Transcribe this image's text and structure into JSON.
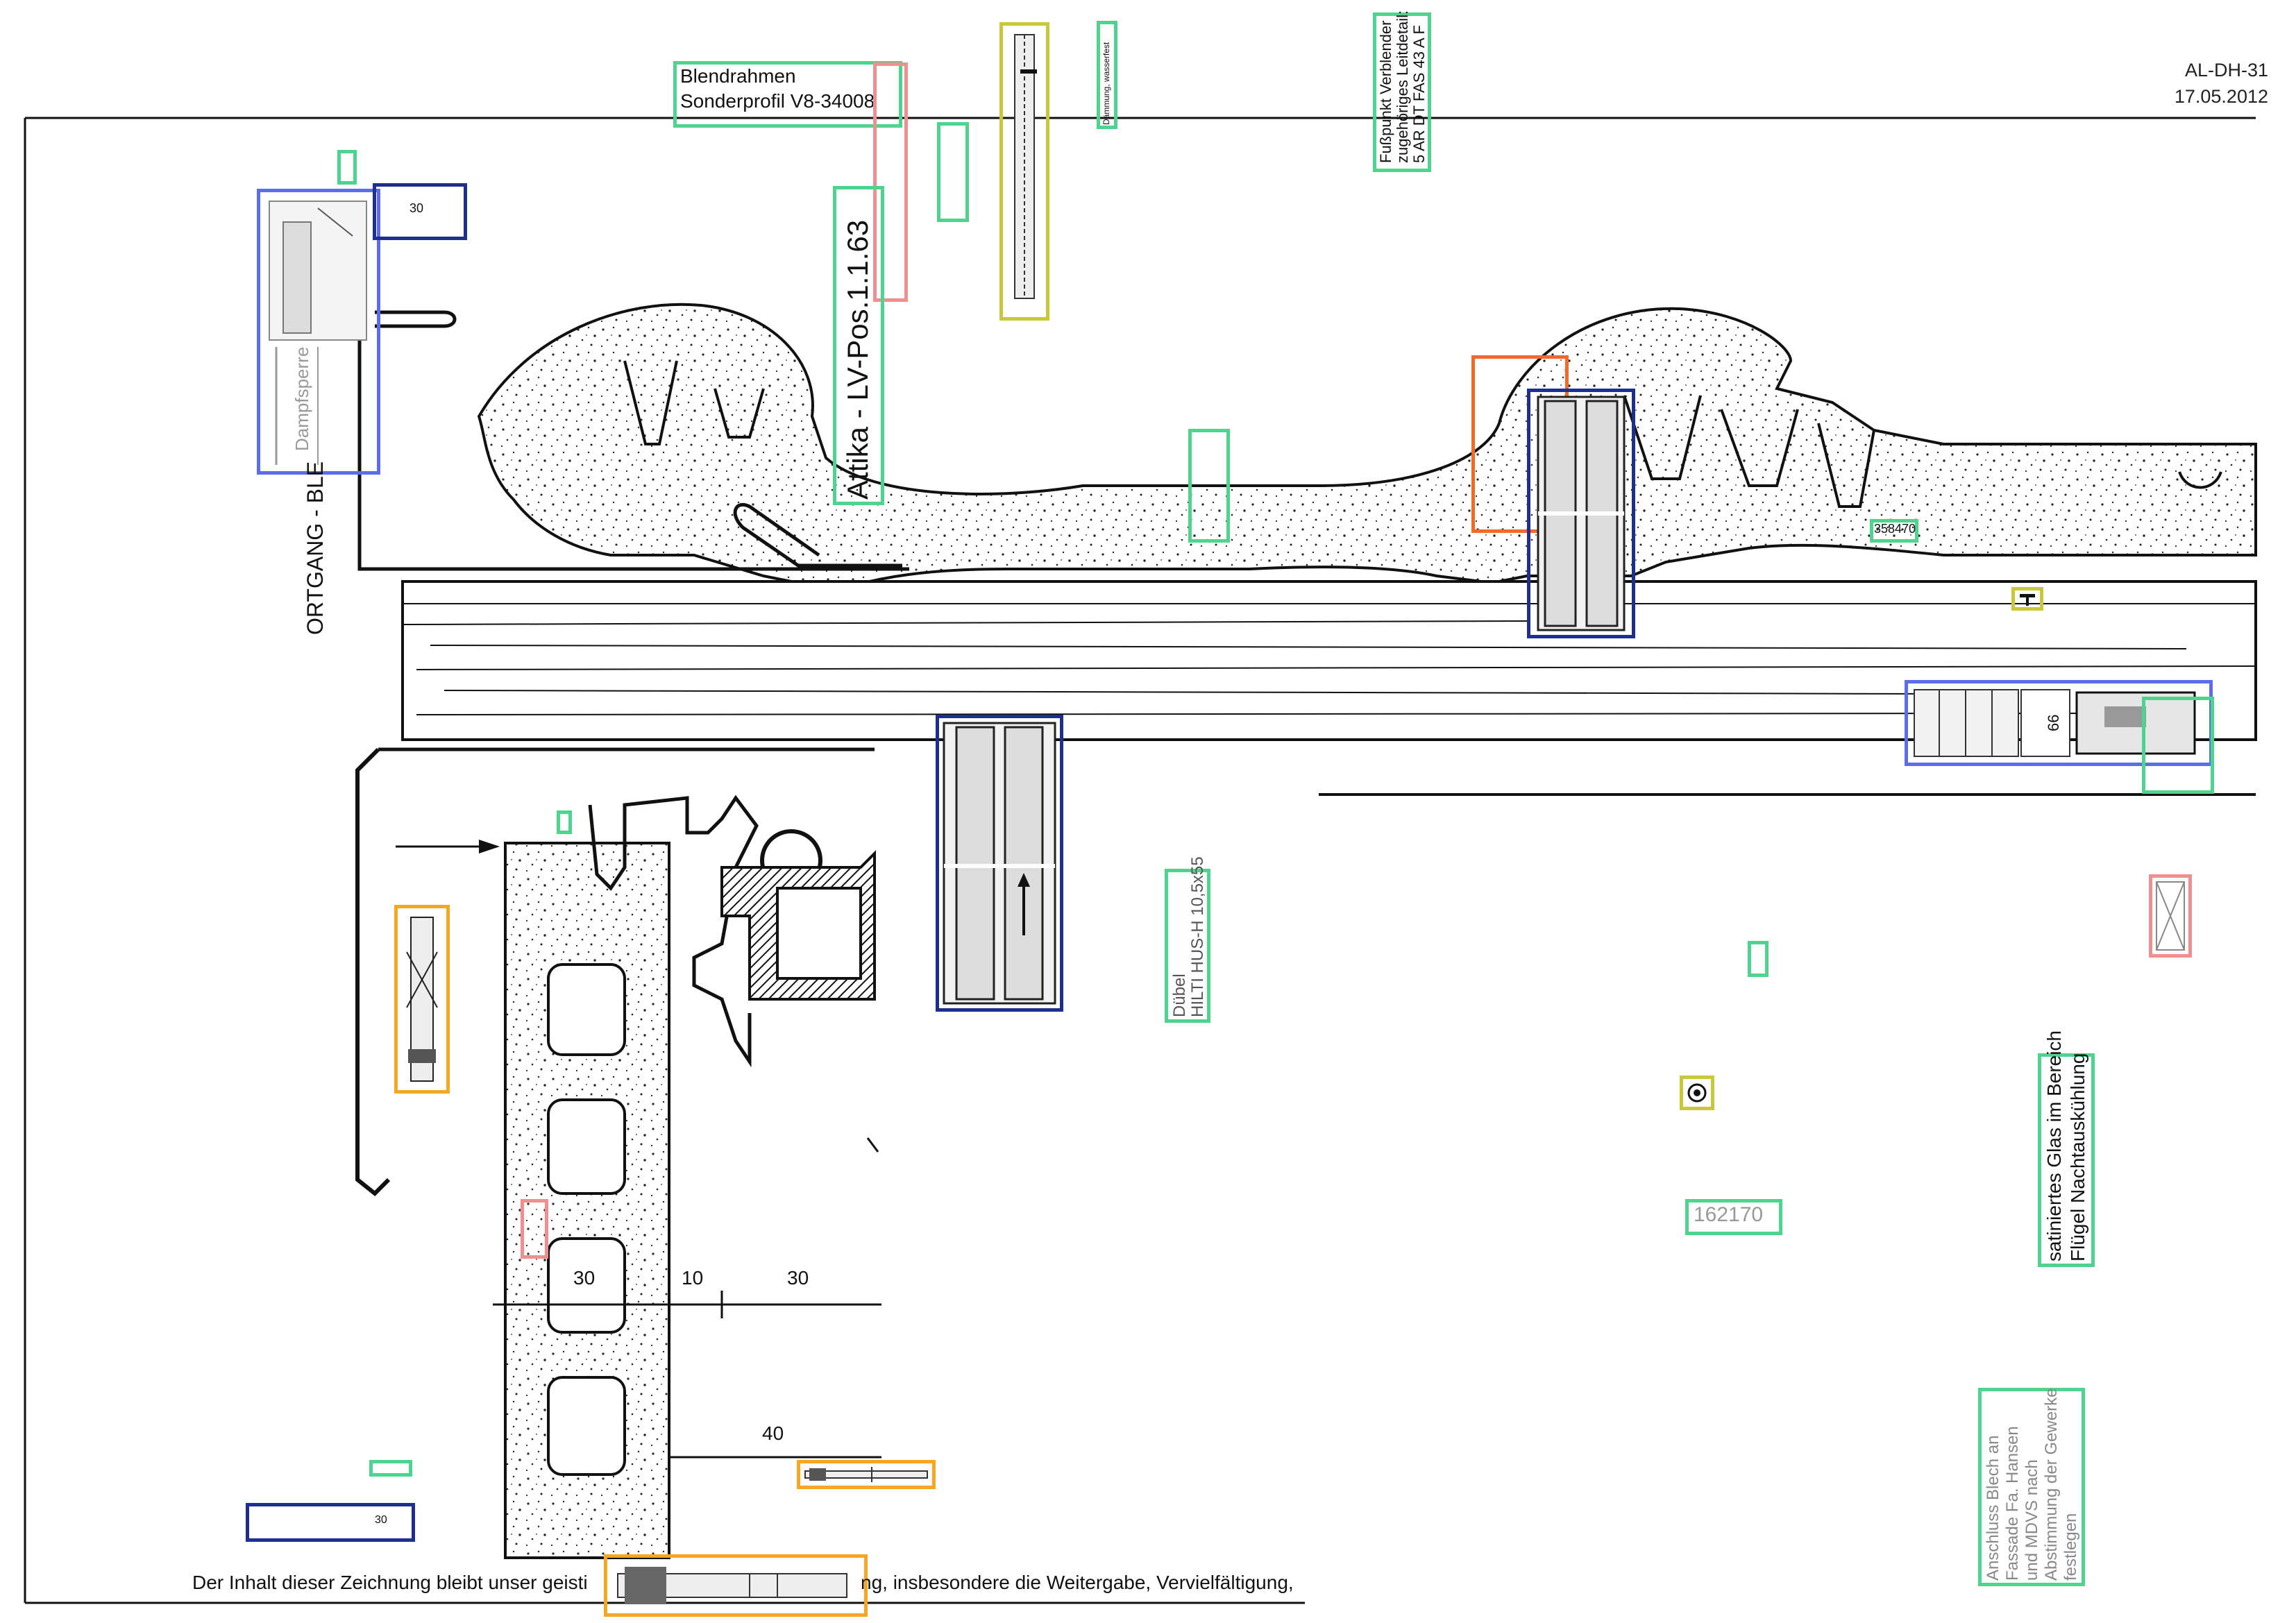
{
  "title_block": {
    "drawing_id": "AL-DH-31",
    "date": "17.05.2012"
  },
  "labels": {
    "blendrahmen_line1": "Blendrahmen",
    "blendrahmen_line2": "Sonderprofil V8-34008",
    "attika": "Attika - LV-Pos.1.1.63",
    "fusspunkt_line1": "Fußpunkt Verblender",
    "fusspunkt_line2": "zugehöriges Leitdetail:",
    "fusspunkt_line3": "5 AR DT FAS 43 A F",
    "daemmung": "Dämmung, wasserfest",
    "ortgang": "ORTGANG - BLE",
    "dampfsperre": "Dampfsperre",
    "duebel_line1": "Dübel",
    "duebel_line2": "HILTI HUS-H 10,5x55",
    "code_358470": "358470",
    "code_162170": "162170",
    "satiniert_line1": "satiniertes Glas im Bereich",
    "satiniert_line2": "Flügel Nachtauskühlung",
    "anschluss_line1": "Anschluss Blech an",
    "anschluss_line2": "Fassade Fa. Hansen",
    "anschluss_line3": "und MDVS nach",
    "anschluss_line4": "Abstimmung der Gewerke",
    "anschluss_line5": "festlegen",
    "dim_30a": "30",
    "dim_10": "10",
    "dim_30b": "30",
    "dim_40": "40",
    "dim_66": "66",
    "small_30": "30",
    "footer": "Der Inhalt dieser Zeichnung bleibt unser geisti",
    "footer_tail": "ng, insbesondere die Weitergabe, Vervielfältigung,"
  },
  "colors": {
    "green": "#4fd48f",
    "blue": "#5b6ee8",
    "navy": "#1f2f8f",
    "pink": "#f08f8f",
    "orange": "#f5a623",
    "olive": "#c8c83a",
    "red_orange": "#f06a2a"
  }
}
